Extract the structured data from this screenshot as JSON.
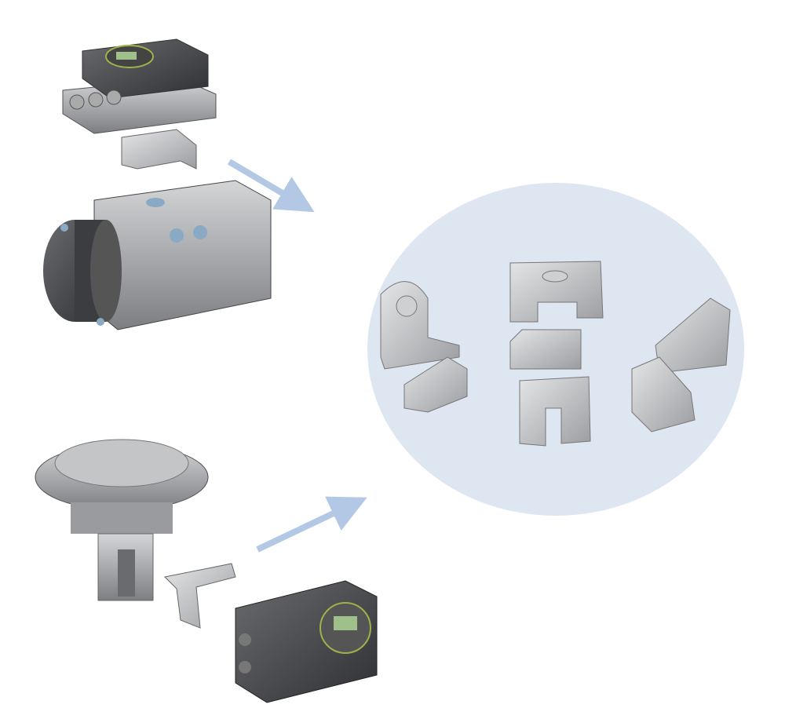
{
  "colors": {
    "background": "#ffffff",
    "highlight_circle": "#dde6f1",
    "arrow": "#b3c8e4",
    "metal_light": "#c9cacc",
    "metal_mid": "#9a9b9e",
    "metal_dark": "#4a4b4e",
    "bracket": "#b8b9bb",
    "display": "#9fc08a",
    "accent_blue": "#8aa9c4"
  },
  "figure": {
    "items": [
      {
        "name": "rotary-actuator-with-positioner"
      },
      {
        "name": "linear-diaphragm-actuator-with-positioner"
      },
      {
        "name": "mounting-bracket-set"
      }
    ]
  }
}
